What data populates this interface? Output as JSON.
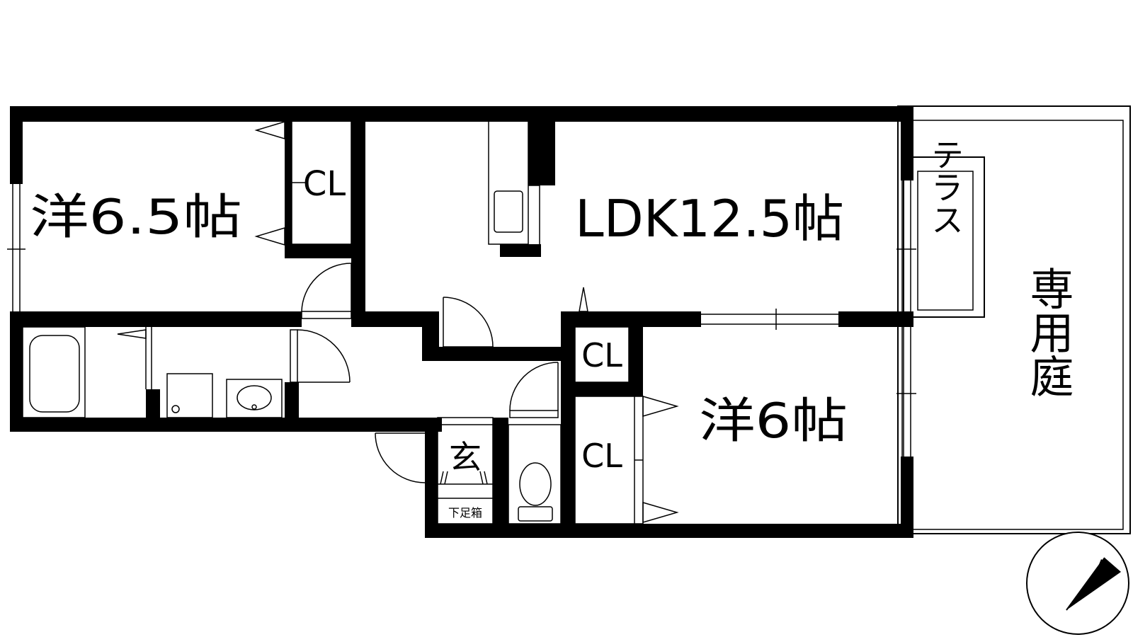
{
  "rooms": {
    "western_room_1": "洋6.5帖",
    "ldk": "LDK12.5帖",
    "western_room_2": "洋6帖",
    "closet_1": "CL",
    "closet_2": "CL",
    "closet_3": "CL",
    "entrance": "玄",
    "shoe_box": "下足箱",
    "terrace": "テラス",
    "private_garden": "専用庭"
  },
  "compass": {
    "icon": "north-arrow-icon"
  },
  "colors": {
    "wall": "#000000",
    "background": "#ffffff"
  }
}
